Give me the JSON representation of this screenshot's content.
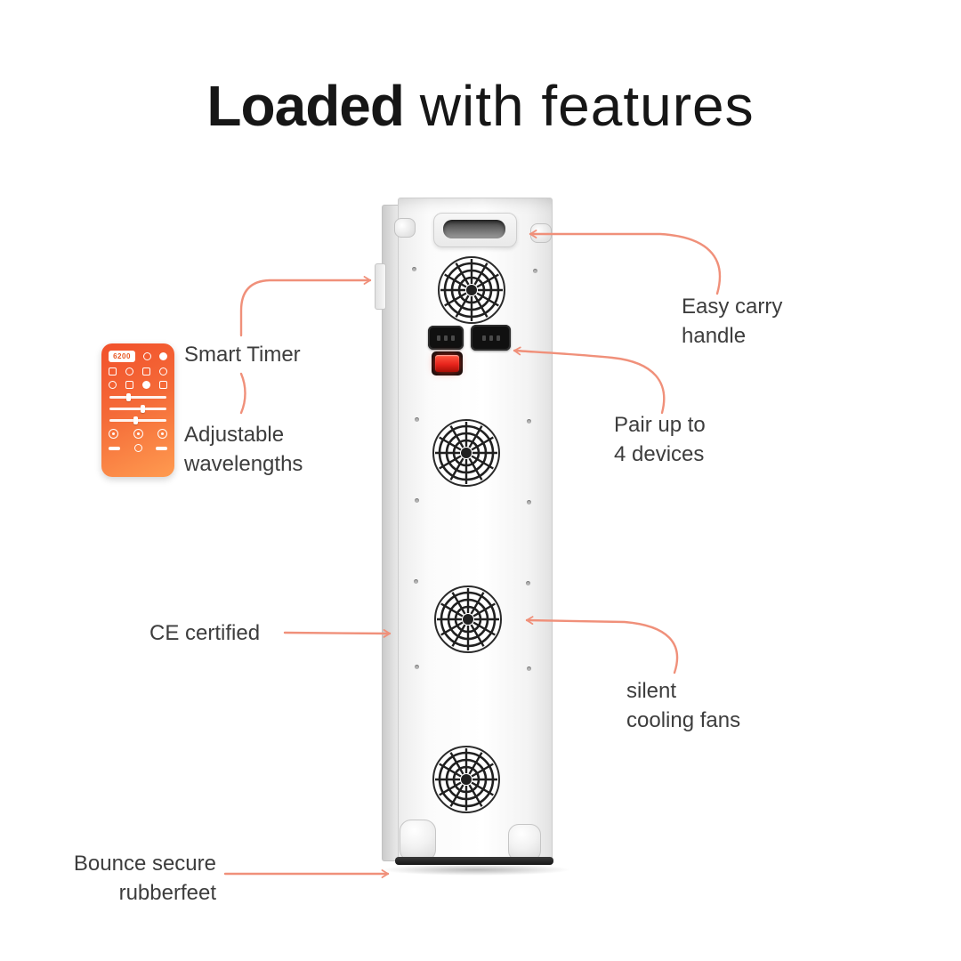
{
  "title": {
    "emphasis": "Loaded",
    "rest": "with features"
  },
  "labels": {
    "smart_timer": [
      "Smart Timer"
    ],
    "adjustable_wavelengths": [
      "Adjustable",
      "wavelengths"
    ],
    "easy_carry_handle": [
      "Easy carry",
      "handle"
    ],
    "pair_devices": [
      "Pair up to",
      "4 devices"
    ],
    "ce_certified": [
      "CE certified"
    ],
    "silent_cooling_fans": [
      "silent",
      "cooling fans"
    ],
    "bounce_feet": [
      "Bounce secure",
      "rubberfeet"
    ]
  },
  "remote": {
    "display": "6200"
  },
  "colors": {
    "accent_arrow": "#F0907A",
    "title_text": "#161616",
    "label_text": "#3D3D3D",
    "remote_gradient_start": "#F2512B",
    "remote_gradient_end": "#FF9B50",
    "switch_red": "#E8241C"
  }
}
